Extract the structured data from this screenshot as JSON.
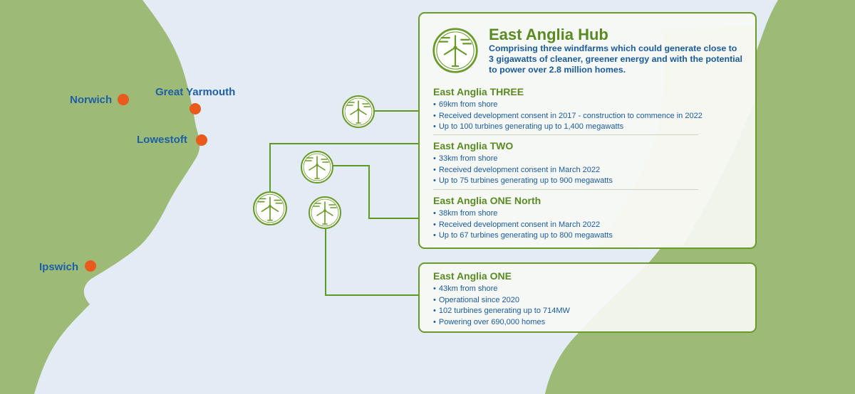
{
  "colors": {
    "land": "#9dba76",
    "sea": "#e3ebf4",
    "accent_green": "#5a8a22",
    "text_blue": "#1a5a9a",
    "town_dot": "#ea5a1c"
  },
  "places": [
    {
      "name": "Norwich"
    },
    {
      "name": "Great Yarmouth"
    },
    {
      "name": "Lowestoft"
    },
    {
      "name": "Ipswich"
    }
  ],
  "hub": {
    "icon": "wind-turbine-icon",
    "title": "East Anglia Hub",
    "description": "Comprising three windfarms which could generate close to 3 gigawatts of cleaner, greener energy and with the potential to power over 2.8 million homes."
  },
  "farms": [
    {
      "title": "East Anglia THREE",
      "items": [
        "69km from shore",
        "Received development consent in 2017 - construction to commence in 2022",
        "Up to 100 turbines generating up to 1,400 megawatts"
      ]
    },
    {
      "title": "East Anglia TWO",
      "items": [
        "33km from shore",
        "Received development consent in March 2022",
        "Up to 75 turbines generating up to 900 megawatts"
      ]
    },
    {
      "title": "East Anglia ONE North",
      "items": [
        "38km from shore",
        "Received development consent in March 2022",
        "Up to 67 turbines generating up to 800 megawatts"
      ]
    },
    {
      "title": "East Anglia ONE",
      "items": [
        "43km from shore",
        "Operational since 2020",
        "102 turbines generating up to 714MW",
        "Powering over 690,000 homes"
      ]
    }
  ]
}
